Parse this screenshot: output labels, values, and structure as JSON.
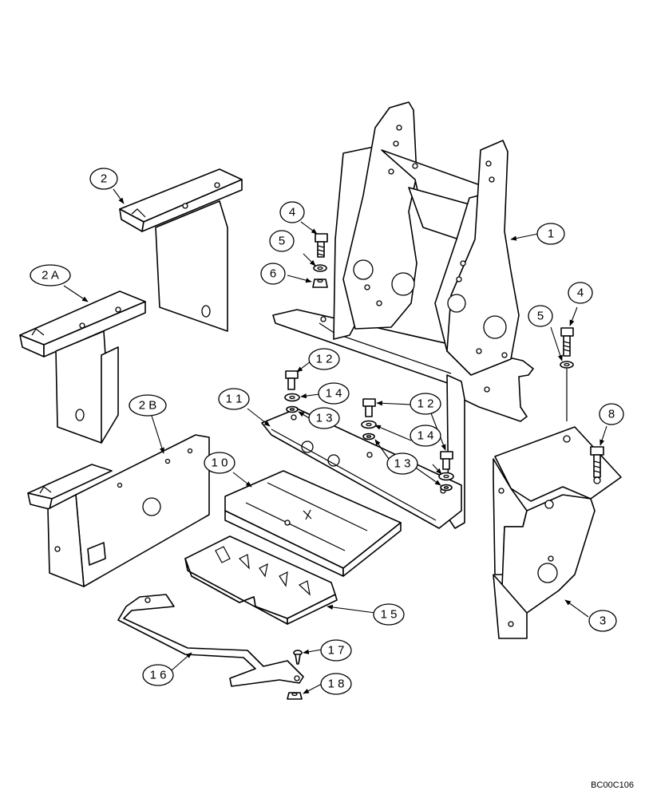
{
  "callouts": {
    "c1": "1",
    "c2": "2",
    "c2a": "2 A",
    "c2b": "2 B",
    "c3": "3",
    "c4a": "4",
    "c4b": "4",
    "c5a": "5",
    "c5b": "5",
    "c6": "6",
    "c8": "8",
    "c10": "1 0",
    "c11": "1 1",
    "c12a": "1 2",
    "c12b": "1 2",
    "c13a": "1 3",
    "c13b": "1 3",
    "c14a": "1 4",
    "c14b": "1 4",
    "c15": "1 5",
    "c16": "1 6",
    "c17": "1 7",
    "c18": "1 8"
  },
  "drawing_code": "BC00C106"
}
